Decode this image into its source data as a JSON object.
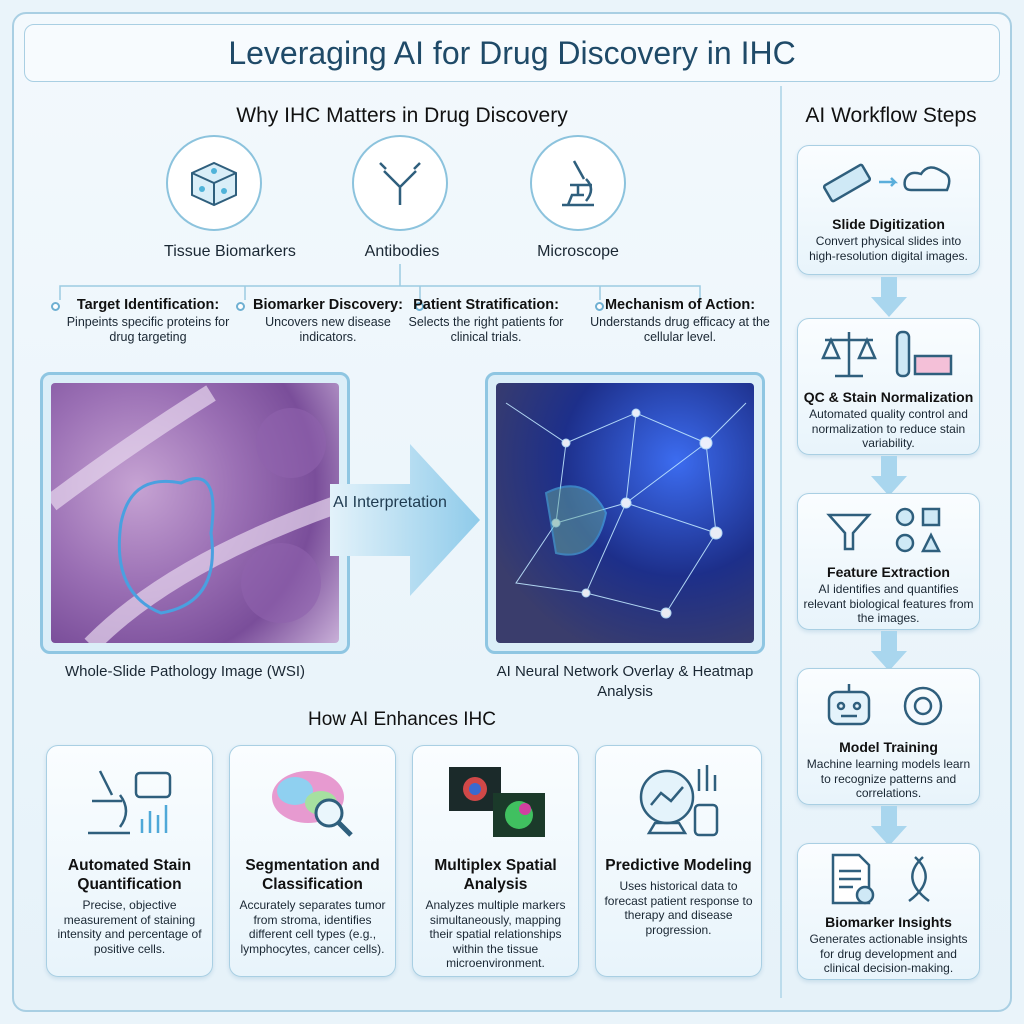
{
  "title": "Leveraging AI for Drug Discovery in IHC",
  "why": {
    "heading": "Why IHC Matters in Drug Discovery",
    "icons": [
      {
        "label": "Tissue Biomarkers",
        "icon": "tissue-icon"
      },
      {
        "label": "Antibodies",
        "icon": "antibody-icon"
      },
      {
        "label": "Microscope",
        "icon": "microscope-icon"
      }
    ],
    "points": [
      {
        "title": "Target Identification:",
        "text": "Pinpeints specific proteins for drug targeting"
      },
      {
        "title": "Biomarker Discovery:",
        "text": "Uncovers new disease indicators."
      },
      {
        "title": "Patient Stratification:",
        "text": "Selects the right patients for clinical trials."
      },
      {
        "title": "Mechanism of Action:",
        "text": "Understands drug efficacy at the cellular level."
      }
    ]
  },
  "images": {
    "left_caption": "Whole-Slide Pathology Image (WSI)",
    "arrow_label": "AI Interpretation",
    "right_caption": "AI Neural Network Overlay & Heatmap Analysis"
  },
  "how": {
    "heading": "How AI Enhances IHC",
    "cards": [
      {
        "title": "Automated Stain Quantification",
        "text": "Precise, objective measurement of staining intensity and percentage of positive cells."
      },
      {
        "title": "Segmentation and Classification",
        "text": "Accurately separates tumor from stroma, identifies different cell types (e.g., lymphocytes, cancer cells)."
      },
      {
        "title": "Multiplex Spatial Analysis",
        "text": "Analyzes multiple markers simultaneously, mapping their spatial relationships within the tissue microenvironment."
      },
      {
        "title": "Predictive Modeling",
        "text": "Uses historical data to forecast patient response to therapy and disease progression."
      }
    ]
  },
  "workflow": {
    "heading": "AI Workflow Steps",
    "steps": [
      {
        "title": "Slide Digitization",
        "text": "Convert physical slides into high-resolution digital images."
      },
      {
        "title": "QC & Stain Normalization",
        "text": "Automated quality control and normalization to reduce stain variability."
      },
      {
        "title": "Feature Extraction",
        "text": "AI identifies and quantifies relevant biological features from the images."
      },
      {
        "title": "Model Training",
        "text": "Machine learning models learn to recognize patterns and correlations."
      },
      {
        "title": "Biomarker Insights",
        "text": "Generates actionable insights for drug development and clinical decision-making."
      }
    ]
  },
  "colors": {
    "accent": "#8fc6e2",
    "title": "#1f4a68",
    "stroke": "#2f5f7d"
  }
}
